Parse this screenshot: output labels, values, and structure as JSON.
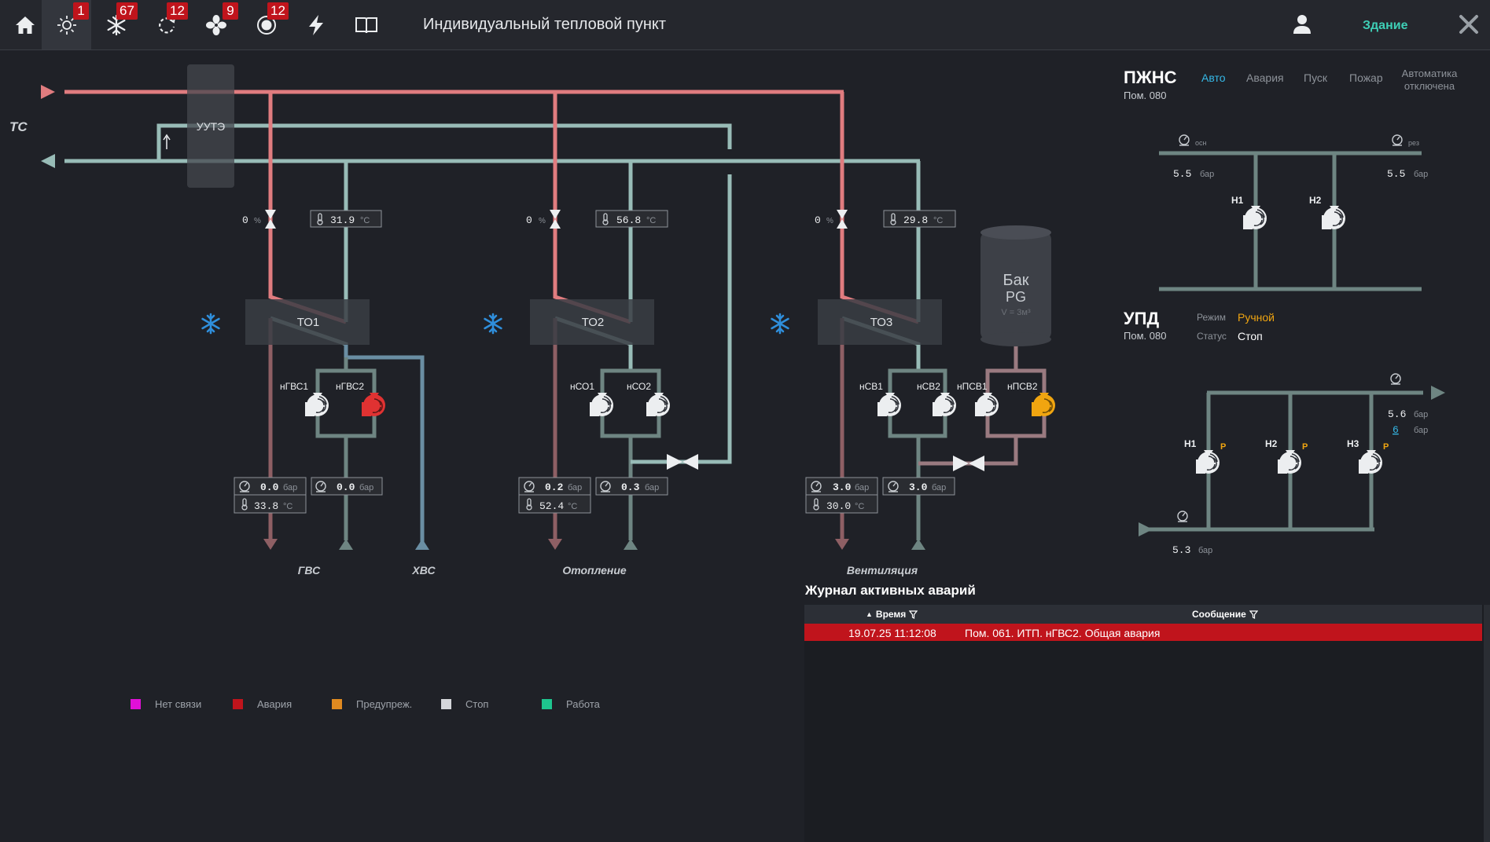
{
  "app": {
    "title": "Индивидуальный тепловой пункт",
    "building_link": "Здание"
  },
  "nav": {
    "items": [
      {
        "icon": "home-icon"
      },
      {
        "icon": "sun-icon",
        "badge": "1"
      },
      {
        "icon": "snowflake-icon",
        "badge": "67"
      },
      {
        "icon": "refresh-icon",
        "badge": "12"
      },
      {
        "icon": "fan-icon",
        "badge": "9"
      },
      {
        "icon": "record-icon",
        "badge": "12"
      },
      {
        "icon": "lightning-icon"
      },
      {
        "icon": "book-icon"
      }
    ],
    "user_icon": "user-icon",
    "close_icon": "close-icon"
  },
  "colors": {
    "supply": "#e07c7f",
    "return": "#98bcb7",
    "cold": "#6a8ea3",
    "alarm": "#c0141c",
    "warning": "#f0a510",
    "accent": "#35b8e6",
    "ok": "#3ecfb6"
  },
  "scheme": {
    "ts_label": "ТС",
    "meter_label": "УУТЭ",
    "circuits": [
      {
        "hx": "ТО1",
        "valve": "0",
        "valve_unit": "%",
        "supply_temp": "31.9",
        "temp_unit": "°C",
        "pumps": [
          "нГВС1",
          "нГВС2"
        ],
        "p_left": "0.0",
        "t_left": "33.8",
        "p_right": "0.0",
        "pressure_unit": "бар",
        "caption": "ГВС"
      },
      {
        "hx": "ТО2",
        "valve": "0",
        "valve_unit": "%",
        "supply_temp": "56.8",
        "temp_unit": "°C",
        "pumps": [
          "нСО1",
          "нСО2"
        ],
        "p_left": "0.2",
        "t_left": "52.4",
        "p_right": "0.3",
        "pressure_unit": "бар",
        "caption": "Отопление"
      },
      {
        "hx": "ТО3",
        "valve": "0",
        "valve_unit": "%",
        "supply_temp": "29.8",
        "temp_unit": "°C",
        "pumps": [
          "нСВ1",
          "нСВ2",
          "нПСВ1",
          "нПСВ2"
        ],
        "p_left": "3.0",
        "t_left": "30.0",
        "p_right": "3.0",
        "pressure_unit": "бар",
        "caption": "Вентиляция"
      }
    ],
    "cold_water_caption": "ХВС",
    "tank": {
      "line1": "Бак",
      "line2": "PG",
      "volume": "V = 3м³"
    }
  },
  "pzhns": {
    "title": "ПЖНС",
    "room": "Пом. 080",
    "modes": [
      "Авто",
      "Авария",
      "Пуск",
      "Пожар"
    ],
    "active_mode": "Авто",
    "auto_off": "Автоматика отключена",
    "gauge_main": "осн",
    "gauge_res": "рез",
    "p_main": "5.5",
    "p_res": "5.5",
    "unit": "бар",
    "pumps": [
      "Н1",
      "Н2"
    ]
  },
  "upd": {
    "title": "УПД",
    "room": "Пом. 080",
    "mode_label": "Режим",
    "mode_value": "Ручной",
    "status_label": "Статус",
    "status_value": "Стоп",
    "p_out": "5.6",
    "p_set": "6",
    "p_in": "5.3",
    "unit": "бар",
    "pumps": [
      "Н1",
      "Н2",
      "Н3"
    ],
    "manual_flag": "Р"
  },
  "journal": {
    "title": "Журнал активных аварий",
    "col_time": "Время",
    "col_message": "Сообщение",
    "rows": [
      {
        "time": "19.07.25 11:12:08",
        "message": "Пом. 061. ИТП. нГВС2. Общая авария"
      }
    ]
  },
  "legend": [
    {
      "label": "Нет связи",
      "color": "#e010d8"
    },
    {
      "label": "Авария",
      "color": "#c0141c"
    },
    {
      "label": "Предупреж.",
      "color": "#e08a20"
    },
    {
      "label": "Стоп",
      "color": "#d4d6da"
    },
    {
      "label": "Работа",
      "color": "#1ec58e"
    }
  ]
}
